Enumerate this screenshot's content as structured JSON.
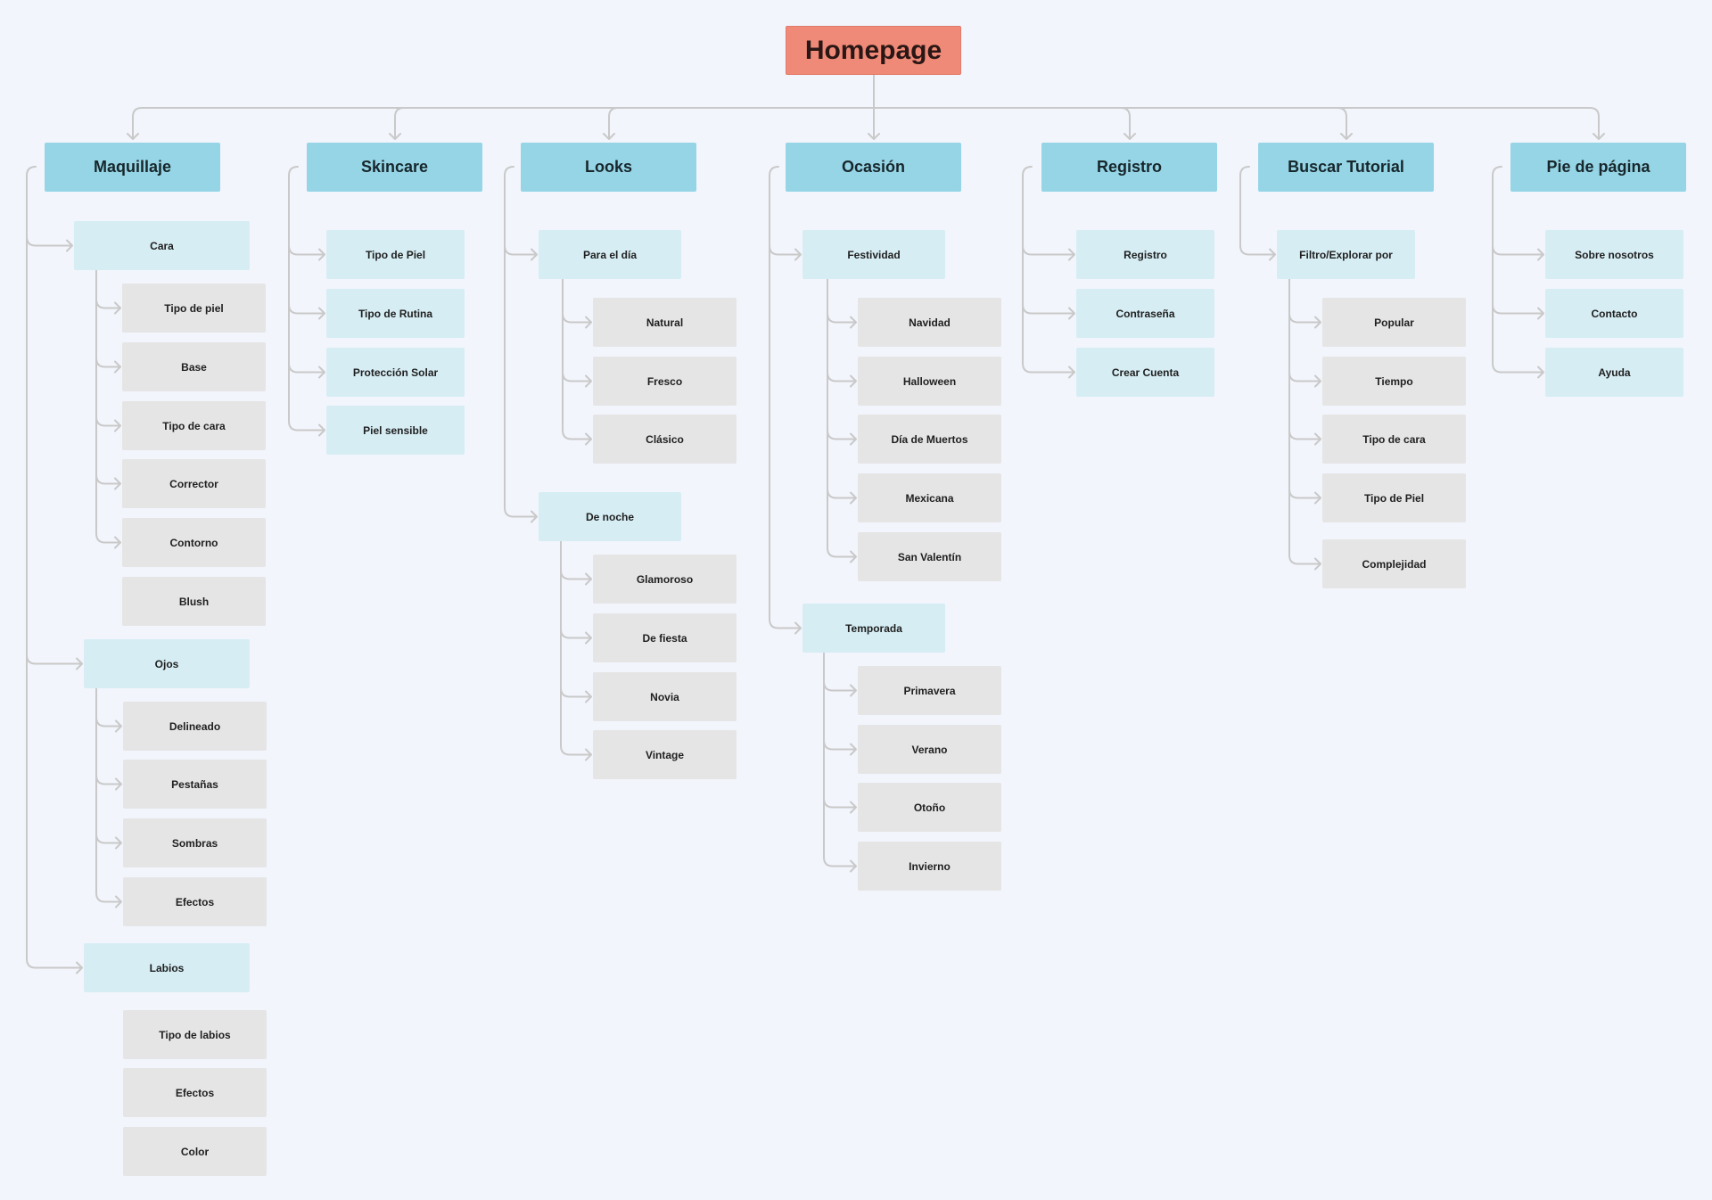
{
  "root": {
    "label": "Homepage"
  },
  "categories": [
    {
      "label": "Maquillaje",
      "children": [
        {
          "label": "Cara",
          "children": [
            "Tipo de piel",
            "Base",
            "Tipo de cara",
            "Corrector",
            "Contorno",
            "Blush"
          ]
        },
        {
          "label": "Ojos",
          "children": [
            "Delineado",
            "Pestañas",
            "Sombras",
            "Efectos"
          ]
        },
        {
          "label": "Labios",
          "children": [
            "Tipo de labios",
            "Efectos",
            "Color"
          ]
        }
      ]
    },
    {
      "label": "Skincare",
      "children": [
        {
          "label": "Tipo de Piel"
        },
        {
          "label": "Tipo de Rutina"
        },
        {
          "label": "Protección Solar"
        },
        {
          "label": "Piel sensible"
        }
      ]
    },
    {
      "label": "Looks",
      "children": [
        {
          "label": "Para el día",
          "children": [
            "Natural",
            "Fresco",
            "Clásico"
          ]
        },
        {
          "label": "De noche",
          "children": [
            "Glamoroso",
            "De fiesta",
            "Novia",
            "Vintage"
          ]
        }
      ]
    },
    {
      "label": "Ocasión",
      "children": [
        {
          "label": "Festividad",
          "children": [
            "Navidad",
            "Halloween",
            "Día de Muertos",
            "Mexicana",
            "San Valentín"
          ]
        },
        {
          "label": "Temporada",
          "children": [
            "Primavera",
            "Verano",
            "Otoño",
            "Invierno"
          ]
        }
      ]
    },
    {
      "label": "Registro",
      "children": [
        {
          "label": "Registro"
        },
        {
          "label": "Contraseña"
        },
        {
          "label": "Crear Cuenta"
        }
      ]
    },
    {
      "label": "Buscar Tutorial",
      "children": [
        {
          "label": "Filtro/Explorar por",
          "children": [
            "Popular",
            "Tiempo",
            "Tipo de cara",
            "Tipo de Piel",
            "Complejidad"
          ]
        }
      ]
    },
    {
      "label": "Pie de página",
      "children": [
        {
          "label": "Sobre nosotros"
        },
        {
          "label": "Contacto"
        },
        {
          "label": "Ayuda"
        }
      ]
    }
  ],
  "colors": {
    "background": "#f2f5fc",
    "root": "#f08a78",
    "category": "#96d5e6",
    "subcategory": "#d6edf4",
    "leaf": "#e5e5e5",
    "connector": "#c9c9c9"
  }
}
